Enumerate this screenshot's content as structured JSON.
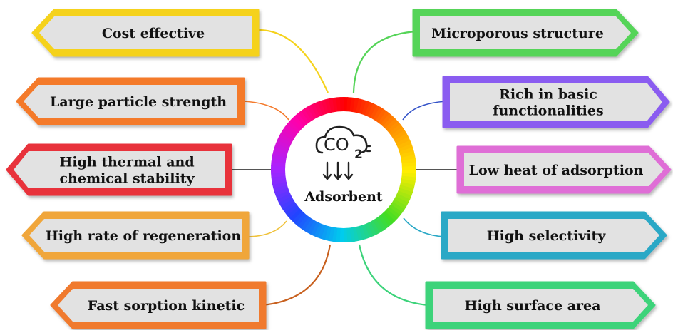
{
  "center": {
    "title": "Adsorbent",
    "icon": "co2-cloud-capture-icon",
    "icon_label": "CO",
    "icon_sub": "2"
  },
  "left_items": [
    {
      "id": "cost-effective",
      "lines": [
        "Cost effective"
      ],
      "color": "#f5d21c"
    },
    {
      "id": "large-particle-strength",
      "lines": [
        "Large particle strength"
      ],
      "color": "#f47a2c"
    },
    {
      "id": "thermal-chemical-stability",
      "lines": [
        "High thermal and",
        "chemical stability"
      ],
      "color": "#e8333a"
    },
    {
      "id": "rate-of-regeneration",
      "lines": [
        "High rate of regeneration"
      ],
      "color": "#f0a63a"
    },
    {
      "id": "fast-sorption-kinetic",
      "lines": [
        "Fast sorption kinetic"
      ],
      "color": "#f07a2e"
    }
  ],
  "right_items": [
    {
      "id": "microporous-structure",
      "lines": [
        "Microporous structure"
      ],
      "color": "#55d458"
    },
    {
      "id": "basic-functionalities",
      "lines": [
        "Rich in basic",
        "functionalities"
      ],
      "color": "#8a5cf0"
    },
    {
      "id": "low-heat-of-adsorption",
      "lines": [
        "Low heat of adsorption"
      ],
      "color": "#df6ed6"
    },
    {
      "id": "high-selectivity",
      "lines": [
        "High selectivity"
      ],
      "color": "#2aa8c6"
    },
    {
      "id": "high-surface-area",
      "lines": [
        "High surface area"
      ],
      "color": "#3cd37a"
    }
  ],
  "colors": {
    "box_fill": "#e2e2e2",
    "connector_gray": "#555555",
    "ring": [
      "#ff0000",
      "#ff8800",
      "#ffee00",
      "#44dd22",
      "#00ccee",
      "#2244ff",
      "#aa22ff",
      "#ff00aa",
      "#ff0000"
    ]
  }
}
